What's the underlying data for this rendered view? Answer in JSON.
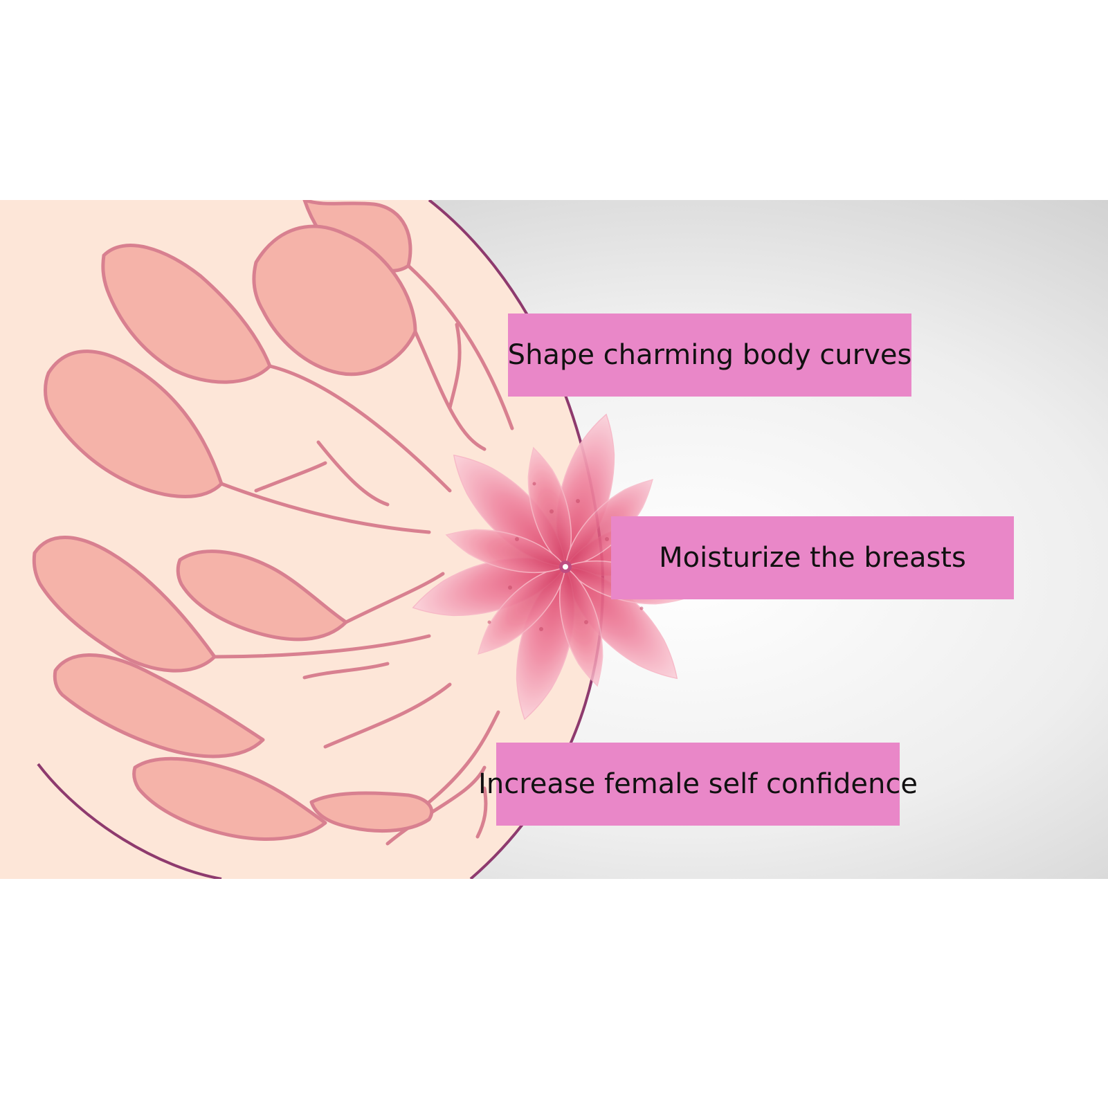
{
  "labels": [
    {
      "text": "Shape charming body curves"
    },
    {
      "text": "Moisturize the breasts"
    },
    {
      "text": "Increase female self confidence"
    }
  ],
  "colors": {
    "label_background": "#e987c8",
    "label_text": "#111111",
    "skin": "#fde6d8",
    "lobe_fill": "#f5b3a9",
    "lobe_outline": "#d88090",
    "breast_outline": "#8e3a6e",
    "background_light": "#ffffff",
    "background_gray": "#d6d6d6",
    "flower_core": "#e3587a"
  },
  "icons": {
    "illustration": "breast-anatomy-icon",
    "flower": "flower-icon"
  }
}
